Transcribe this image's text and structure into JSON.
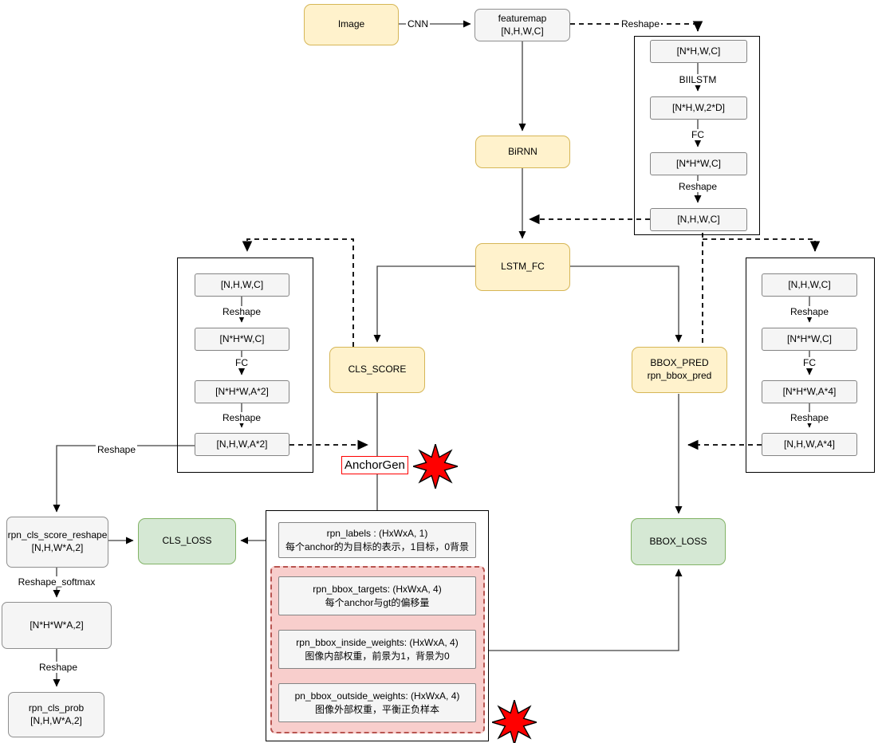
{
  "diagram": {
    "nodes": {
      "image": "Image",
      "featuremap": {
        "l1": "featuremap",
        "l2": "[N,H,W,C]"
      },
      "birnn": "BiRNN",
      "lstm_fc": "LSTM_FC",
      "cls_score": "CLS_SCORE",
      "bbox_pred": {
        "l1": "BBOX_PRED",
        "l2": "rpn_bbox_pred"
      },
      "cls_loss": "CLS_LOSS",
      "bbox_loss": "BBOX_LOSS",
      "anchorgen": "AnchorGen",
      "rpn_cls_score_reshape": {
        "l1": "rpn_cls_score_reshape",
        "l2": "[N,H,W*A,2]"
      },
      "nhwa2": "[N*H*W*A,2]",
      "rpn_cls_prob": {
        "l1": "rpn_cls_prob",
        "l2": "[N,H,W*A,2]"
      }
    },
    "groups": {
      "top_right": {
        "boxes": [
          "[N*H,W,C]",
          "[N*H,W,2*D]",
          "[N*H*W,C]",
          "[N,H,W,C]"
        ],
        "labels": [
          "BIILSTM",
          "FC",
          "Reshape"
        ]
      },
      "left": {
        "boxes": [
          "[N,H,W,C]",
          "[N*H*W,C]",
          "[N*H*W,A*2]",
          "[N,H,W,A*2]"
        ],
        "labels": [
          "Reshape",
          "FC",
          "Reshape"
        ]
      },
      "right": {
        "boxes": [
          "[N,H,W,C]",
          "[N*H*W,C]",
          "[N*H*W,A*4]",
          "[N,H,W,A*4]"
        ],
        "labels": [
          "Reshape",
          "FC",
          "Reshape"
        ]
      }
    },
    "edge_labels": {
      "cnn": "CNN",
      "reshape_top": "Reshape",
      "reshape_left": "Reshape",
      "reshape_softmax": "Reshape_softmax",
      "reshape_bottom": "Reshape"
    },
    "targets_panel": {
      "rpn_labels": {
        "l1": "rpn_labels : (HxWxA, 1)",
        "l2": "每个anchor的为目标的表示，1目标，0背景"
      },
      "rpn_bbox_targets": {
        "l1": "rpn_bbox_targets: (HxWxA, 4)",
        "l2": "每个anchor与gt的偏移量"
      },
      "rpn_bbox_inside_weights": {
        "l1": "rpn_bbox_inside_weights: (HxWxA, 4)",
        "l2": "图像内部权重，前景为1，背景为0"
      },
      "pn_bbox_outside_weights": {
        "l1": "pn_bbox_outside_weights: (HxWxA, 4)",
        "l2": "图像外部权重，平衡正负样本"
      }
    },
    "colors": {
      "node_yellow_fill": "#FFF2CC",
      "node_yellow_stroke": "#D6B656",
      "node_gray_fill": "#F5F5F5",
      "node_green_fill": "#D5E8D4",
      "node_green_stroke": "#82B366",
      "panel_pink_fill": "#F8CECC",
      "panel_pink_stroke": "#B85450",
      "star_red": "#FF0000",
      "anchorgen_border": "#FF0000"
    }
  }
}
